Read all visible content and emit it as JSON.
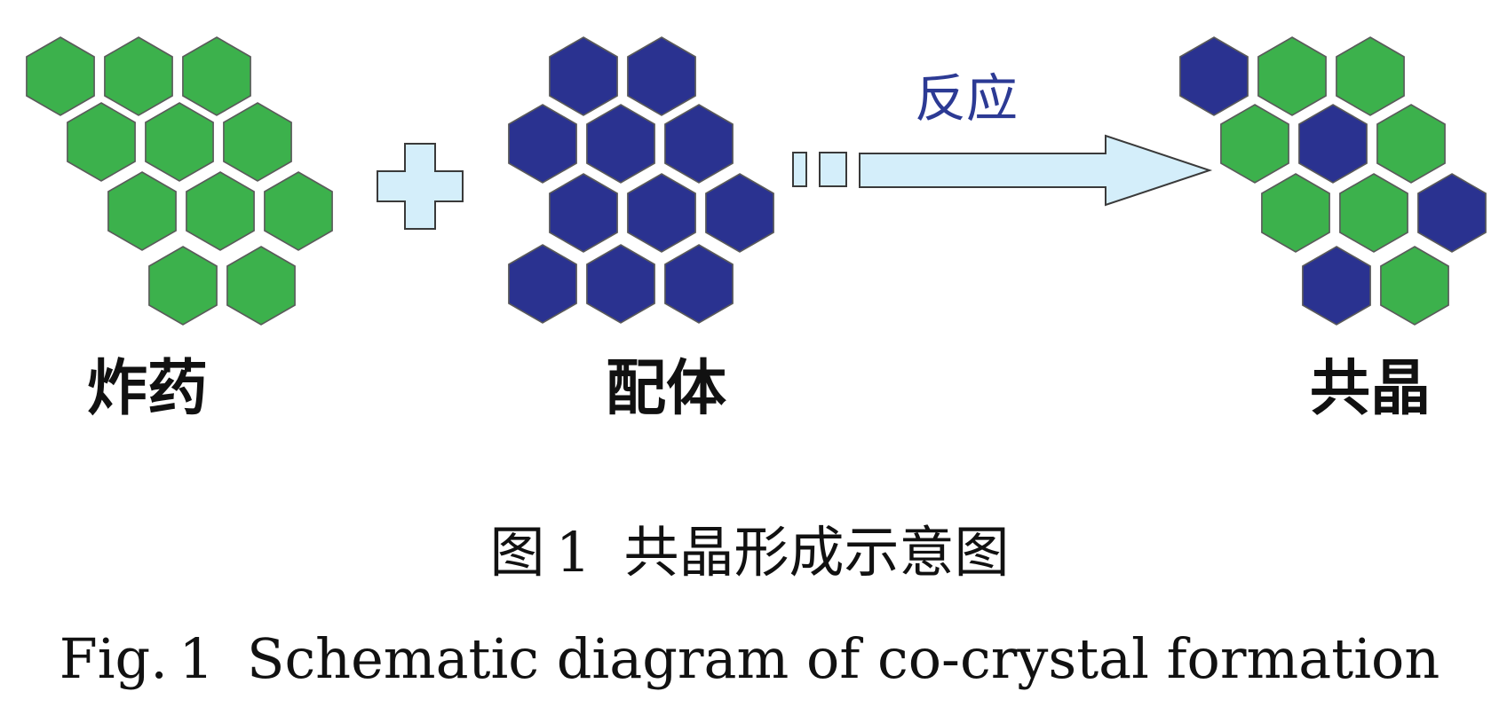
{
  "colors": {
    "explosive_green": "#3cb14c",
    "ligand_blue": "#2a3290",
    "arrow_fill": "#d4eefa",
    "arrow_stroke": "#3a3a3a",
    "reaction_text": "#2c3a94"
  },
  "components": {
    "explosive": {
      "label": "炸药",
      "fill": "green",
      "hex_count": 11
    },
    "ligand": {
      "label": "配体",
      "fill": "blue",
      "hex_count": 11
    },
    "cocrystal": {
      "label": "共晶",
      "cells": [
        "blue",
        "green",
        "green",
        "green",
        "blue",
        "green",
        "green",
        "green",
        "blue",
        "blue",
        "green"
      ]
    }
  },
  "operator": {
    "symbol": "plus",
    "icon": "plus-icon"
  },
  "arrow": {
    "label": "反应",
    "icon": "reaction-arrow-icon"
  },
  "caption": {
    "cn_prefix": "图",
    "cn_number": "1",
    "cn_text": "共晶形成示意图",
    "en_prefix": "Fig.",
    "en_number": "1",
    "en_text": "Schematic diagram of co-crystal formation"
  }
}
